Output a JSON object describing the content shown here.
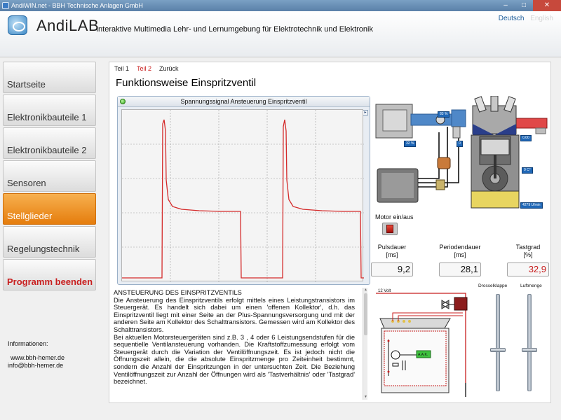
{
  "window": {
    "title": "AndiWIN.net - BBH Technische Anlagen GmbH",
    "controls": {
      "minimize": "–",
      "maximize": "□",
      "close": "✕"
    }
  },
  "header": {
    "app_name": "AndiLAB",
    "subtitle": "Interaktive Multimedia Lehr- und Lernumgebung für Elektrotechnik und Elektronik",
    "lang_de": "Deutsch",
    "lang_en": "English"
  },
  "sidebar": {
    "items": [
      {
        "label": "Startseite"
      },
      {
        "label": "Elektronikbauteile 1"
      },
      {
        "label": "Elektronikbauteile 2"
      },
      {
        "label": "Sensoren"
      },
      {
        "label": "Stellglieder",
        "active": true
      },
      {
        "label": "Regelungstechnik"
      },
      {
        "label": "Programm beenden",
        "quit": true
      }
    ],
    "info_title": "Informationen:",
    "info_url": "www.bbh-hemer.de",
    "info_email": "info@bbh-hemer.de"
  },
  "tabs": [
    {
      "label": "Teil 1"
    },
    {
      "label": "Teil 2",
      "active": true
    },
    {
      "label": "Zurück"
    }
  ],
  "page_title": "Funktionsweise Einspritzventil",
  "scope": {
    "title": "Spannungssignal Ansteuerung Einspritzventil",
    "arrow": "▸"
  },
  "text": {
    "heading": "ANSTEUERUNG DES EINSPRITZVENTILS",
    "p1": "Die Ansteuerung des Einspritzventils erfolgt mittels eines Leistungstransistors im Steuergerät. Es handelt sich dabei um einen 'offenen Kollektor', d.h. das Einspritzventil liegt mit einer Seite an der Plus-Spannungsversorgung und mit der anderen Seite am Kollektor des Schalttransistors. Gemessen wird am Kollektor des Schalttransistors.",
    "p2": "Bei aktuellen Motorsteuergeräten sind z.B. 3 , 4 oder 6 Leistungsendstufen für die sequentielle Ventilansteuerung vorhanden. Die Kraftstoffzumessung erfolgt vom Steuergerät durch die Variation der Ventilöffnungszeit. Es ist jedoch nicht die Öffnungszeit allein, die die absolute Einspritzmenge pro Zeiteinheit bestimmt, sondern die Anzahl der Einspritzungen in der untersuchten Zeit. Die Beziehung Ventilöffnungszeit zur Anzahl der Öffnungen wird als 'Tastverhältnis' oder 'Tastgrad' bezeichnet."
  },
  "engine": {
    "tag_throttle": "83 %",
    "tag_air": "32 %",
    "tag_pressure": "0,00",
    "tag_temp": "0 C°",
    "tag_rpm": "4279 U/min",
    "tag_inj": "0"
  },
  "motor": {
    "label": "Motor ein/aus",
    "state": "on"
  },
  "readouts": {
    "pulse": {
      "label": "Pulsdauer",
      "unit": "[ms]",
      "value": "9,2"
    },
    "period": {
      "label": "Periodendauer",
      "unit": "[ms]",
      "value": "28,1"
    },
    "duty": {
      "label": "Tastgrad",
      "unit": "[%]",
      "value": "32,9"
    }
  },
  "circuit": {
    "supply_label": "12 Volt",
    "ecu_label": "A.A.K."
  },
  "sliders": {
    "throttle": {
      "label": "Drosselklappe",
      "level": 0.42
    },
    "airflow": {
      "label": "Luftmenge",
      "level": 0.42
    }
  },
  "colors": {
    "accent": "#e57d0d",
    "quit": "#c81e1e",
    "trace": "#d42a2a",
    "link": "#1a5c9a"
  }
}
